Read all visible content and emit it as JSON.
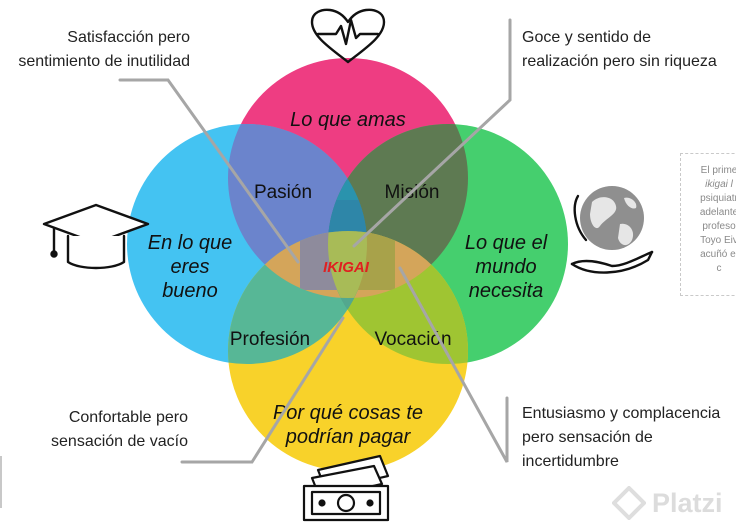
{
  "circles": {
    "top": {
      "label": "Lo que amas",
      "color": "#ee3d82"
    },
    "left": {
      "lines": [
        "En lo que",
        "eres",
        "bueno"
      ],
      "color": "#44c3f2"
    },
    "right": {
      "lines": [
        "Lo que el",
        "mundo",
        "necesita"
      ],
      "color": "#45cf6e"
    },
    "bottom": {
      "lines": [
        "Por qué cosas te",
        "podrían pagar"
      ],
      "color": "#f8d22a"
    }
  },
  "overlaps": {
    "top_left": "Pasión",
    "top_right": "Misión",
    "bottom_left": "Profesión",
    "bottom_right": "Vocación",
    "center": "IKIGAI",
    "center_color": "#e02020"
  },
  "annotations": {
    "top_left": [
      "Satisfacción pero",
      "sentimiento de inutilidad"
    ],
    "top_right": [
      "Goce y sentido de",
      "realización pero sin riqueza"
    ],
    "bottom_left": [
      "Confortable pero",
      "sensación de vacío"
    ],
    "bottom_right": [
      "Entusiasmo y complacencia",
      "pero sensación de",
      "incertidumbre"
    ]
  },
  "side_note": {
    "lines": [
      "El prime",
      "ikigai l",
      "psiquiatr",
      "adelante",
      "profeso",
      "Toyo Eiv",
      "acuñó el",
      "c"
    ]
  },
  "icons": {
    "top": "heart-pulse-icon",
    "left": "graduation-cap-icon",
    "right": "globe-in-hand-icon",
    "bottom": "money-bill-icon",
    "watermark": "platzi-logo-icon"
  },
  "watermark": {
    "text": "Platzi"
  }
}
